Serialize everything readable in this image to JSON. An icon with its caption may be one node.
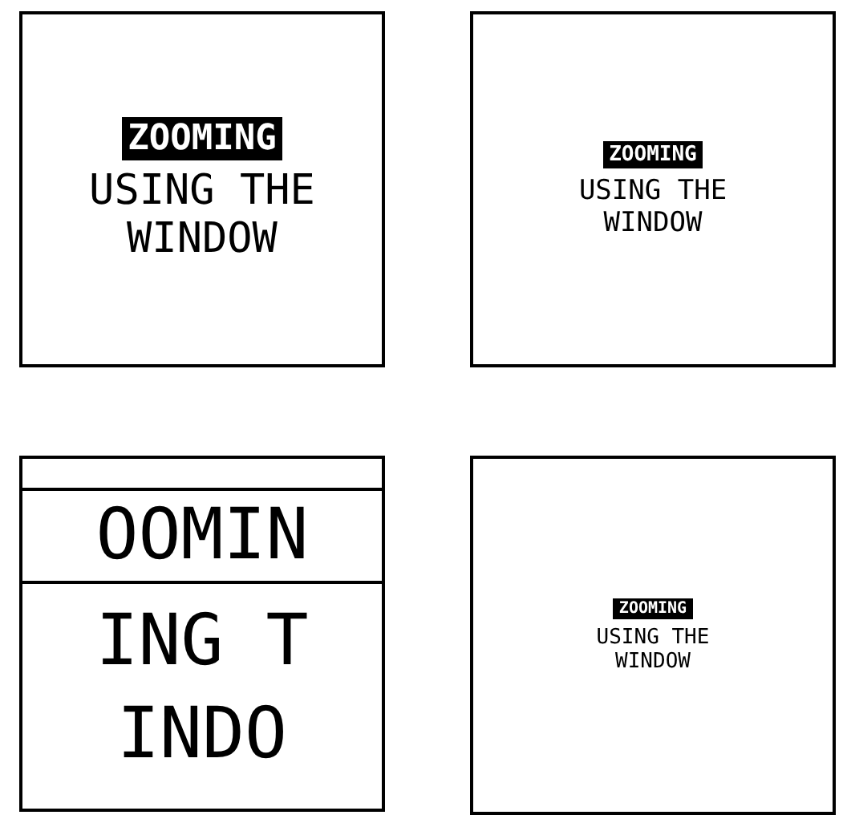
{
  "diagram": {
    "nodes": [
      {
        "text": [
          "ZOOMING",
          "USING THE WINDOW"
        ]
      },
      {
        "text": [
          "ZOOMING",
          "USING THE WINDOW"
        ]
      },
      {
        "text": [
          "OOMIN",
          "ING T",
          "INDO"
        ]
      },
      {
        "text": [
          "ZOOMING",
          "USING THE WINDOW"
        ]
      }
    ]
  }
}
